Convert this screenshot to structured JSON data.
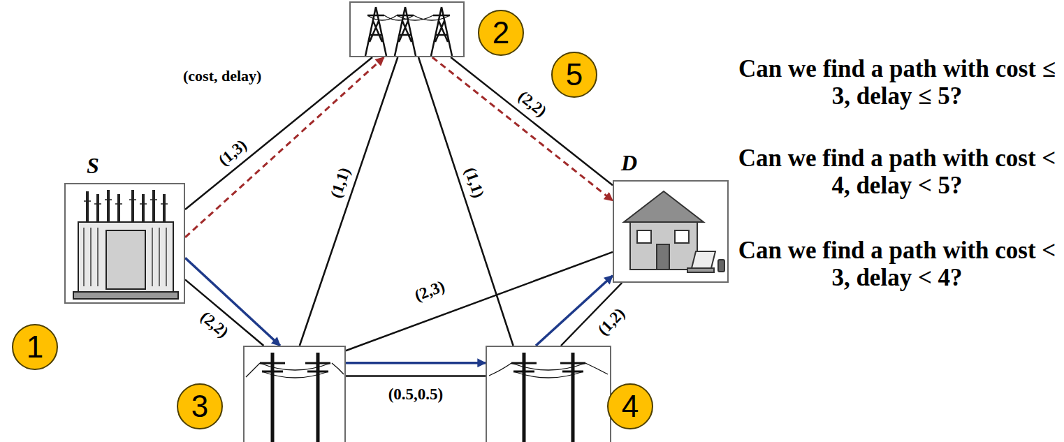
{
  "diagram": {
    "nodes": [
      {
        "text": [
          "S",
          "1"
        ]
      },
      {
        "text": [
          "2"
        ]
      },
      {
        "text": [
          "3"
        ]
      },
      {
        "text": [
          "4"
        ]
      },
      {
        "text": [
          "D",
          "5"
        ]
      }
    ],
    "edges": [
      {
        "from": 0,
        "to": 1,
        "arrow": "none",
        "label": "(1,3)"
      },
      {
        "from": 1,
        "to": 4,
        "arrow": "none",
        "label": "(2,2)"
      },
      {
        "from": 0,
        "to": 2,
        "arrow": "none",
        "label": "(2,2)"
      },
      {
        "from": 1,
        "to": 2,
        "arrow": "none",
        "label": "(1,1)"
      },
      {
        "from": 1,
        "to": 3,
        "arrow": "none",
        "label": "(1,1)"
      },
      {
        "from": 2,
        "to": 4,
        "arrow": "none",
        "label": "(2,3)"
      },
      {
        "from": 2,
        "to": 3,
        "arrow": "none",
        "label": "(0.5,0.5)"
      },
      {
        "from": 3,
        "to": 4,
        "arrow": "none",
        "label": "(1,2)"
      },
      {
        "from": 0,
        "to": 1,
        "arrow": "to"
      },
      {
        "from": 1,
        "to": 4,
        "arrow": "to"
      },
      {
        "from": 0,
        "to": 2,
        "arrow": "to"
      },
      {
        "from": 2,
        "to": 3,
        "arrow": "to"
      },
      {
        "from": 3,
        "to": 4,
        "arrow": "to"
      }
    ],
    "labels": [
      "(cost, delay)",
      "Can we find a path with cost ≤ 3, delay ≤ 5?",
      "Can we find a path with cost < 4, delay < 5?",
      "Can we find a path with cost < 3, delay < 4?"
    ]
  }
}
